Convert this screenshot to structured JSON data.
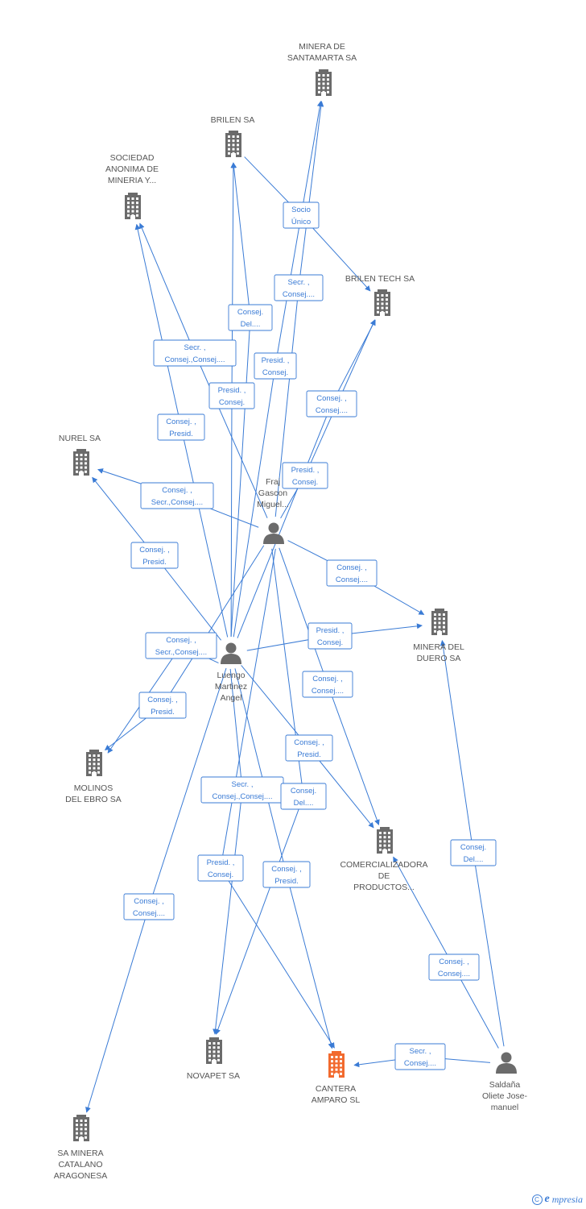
{
  "colors": {
    "edge": "#3a7bd5",
    "node": "#6b6b6b",
    "focus": "#f26a2e"
  },
  "nodes": [
    {
      "id": "santamarta",
      "kind": "company",
      "label": [
        "MINERA DE",
        "SANTAMARTA SA"
      ]
    },
    {
      "id": "brilen",
      "kind": "company",
      "label": [
        "BRILEN SA"
      ]
    },
    {
      "id": "sociedad",
      "kind": "company",
      "label": [
        "SOCIEDAD",
        "ANONIMA DE",
        "MINERIA Y..."
      ]
    },
    {
      "id": "brilentech",
      "kind": "company",
      "label": [
        "BRILEN TECH SA"
      ]
    },
    {
      "id": "nurel",
      "kind": "company",
      "label": [
        "NUREL SA"
      ]
    },
    {
      "id": "fraj",
      "kind": "person",
      "label": [
        "Fraj",
        "Gascon",
        "Miguel..."
      ]
    },
    {
      "id": "mineraduero",
      "kind": "company",
      "label": [
        "MINERA DEL",
        "DUERO SA"
      ]
    },
    {
      "id": "luengo",
      "kind": "person",
      "label": [
        "Luengo",
        "Martinez",
        "Angel"
      ]
    },
    {
      "id": "molinos",
      "kind": "company",
      "label": [
        "MOLINOS",
        "DEL EBRO SA"
      ]
    },
    {
      "id": "comercializadora",
      "kind": "company",
      "label": [
        "COMERCIALIZADORA",
        "DE",
        "PRODUCTOS..."
      ]
    },
    {
      "id": "novapet",
      "kind": "company",
      "label": [
        "NOVAPET SA"
      ]
    },
    {
      "id": "cantera",
      "kind": "company",
      "focus": true,
      "label": [
        "CANTERA",
        "AMPARO SL"
      ]
    },
    {
      "id": "saldana",
      "kind": "person",
      "label": [
        "Saldaña",
        "Oliete Jose-",
        "manuel"
      ]
    },
    {
      "id": "catalano",
      "kind": "company",
      "label": [
        "SA MINERA",
        "CATALANO",
        "ARAGONESA"
      ]
    }
  ],
  "edges": [
    {
      "label": [
        "Socio",
        "Único"
      ]
    },
    {
      "label": [
        "Secr. ,",
        "Consej...."
      ]
    },
    {
      "label": [
        "Consej.",
        "Del...."
      ]
    },
    {
      "label": [
        "Secr. ,",
        "Consej.,Consej...."
      ]
    },
    {
      "label": [
        "Presid. ,",
        "Consej."
      ]
    },
    {
      "label": [
        "Presid. ,",
        "Consej."
      ]
    },
    {
      "label": [
        "Consej. ,",
        "Consej...."
      ]
    },
    {
      "label": [
        "Consej. ,",
        "Presid."
      ]
    },
    {
      "label": [
        "Presid. ,",
        "Consej."
      ]
    },
    {
      "label": [
        "Consej. ,",
        "Secr.,Consej...."
      ]
    },
    {
      "label": [
        "Consej. ,",
        "Presid."
      ]
    },
    {
      "label": [
        "Consej. ,",
        "Consej...."
      ]
    },
    {
      "label": [
        "Presid. ,",
        "Consej."
      ]
    },
    {
      "label": [
        "Consej. ,",
        "Secr.,Consej...."
      ]
    },
    {
      "label": [
        "Consej. ,",
        "Consej...."
      ]
    },
    {
      "label": [
        "Consej. ,",
        "Presid."
      ]
    },
    {
      "label": [
        "Consej. ,",
        "Presid."
      ]
    },
    {
      "label": [
        "Secr. ,",
        "Consej.,Consej...."
      ]
    },
    {
      "label": [
        "Consej.",
        "Del...."
      ]
    },
    {
      "label": [
        "Consej.",
        "Del...."
      ]
    },
    {
      "label": [
        "Presid. ,",
        "Consej."
      ]
    },
    {
      "label": [
        "Consej. ,",
        "Presid."
      ]
    },
    {
      "label": [
        "Consej. ,",
        "Consej...."
      ]
    },
    {
      "label": [
        "Consej. ,",
        "Consej...."
      ]
    },
    {
      "label": [
        "Secr. ,",
        "Consej...."
      ]
    }
  ],
  "brand": {
    "name": "mpresia",
    "initial": "e",
    "copyright": "C"
  }
}
